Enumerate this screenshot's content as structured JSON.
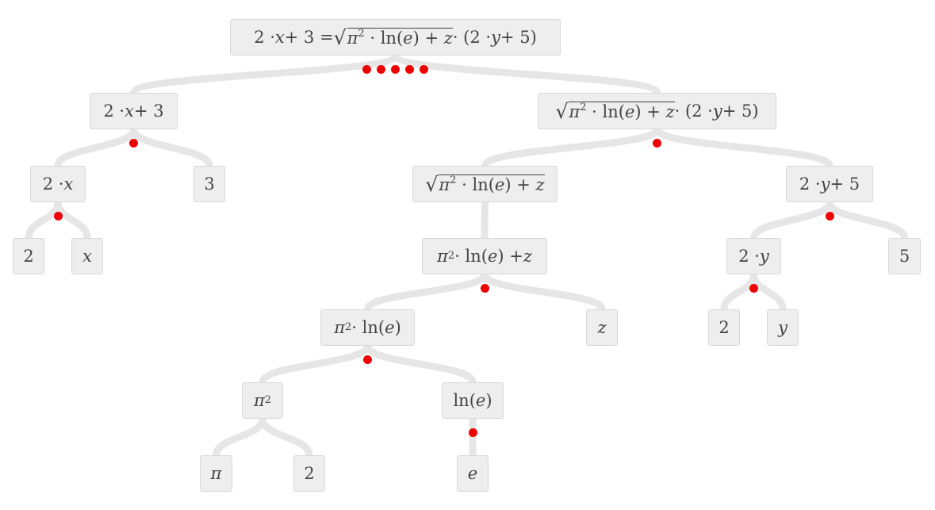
{
  "colors": {
    "node_fill": "#eeeeee",
    "node_border": "#d8d8d8",
    "edge": "#e6e6e6",
    "marker": "#ee0000",
    "text": "#444444"
  },
  "nodes": [
    {
      "id": "root",
      "parts": [
        [
          "t",
          "2 · "
        ],
        [
          "v",
          "x"
        ],
        [
          "t",
          " + 3 = "
        ],
        [
          "sqrt",
          [
            [
              "v",
              "π"
            ],
            [
              "sup",
              "2"
            ],
            [
              "t",
              " · ln("
            ],
            [
              "v",
              "e"
            ],
            [
              "t",
              ") + "
            ],
            [
              "v",
              "z"
            ]
          ]
        ],
        [
          "t",
          " · (2 · "
        ],
        [
          "v",
          "y"
        ],
        [
          "t",
          " + 5)"
        ]
      ],
      "markers": 5
    },
    {
      "id": "lhs",
      "parts": [
        [
          "t",
          "2 · "
        ],
        [
          "v",
          "x"
        ],
        [
          "t",
          " + 3"
        ]
      ],
      "markers": 1
    },
    {
      "id": "rhs",
      "parts": [
        [
          "sqrt",
          [
            [
              "v",
              "π"
            ],
            [
              "sup",
              "2"
            ],
            [
              "t",
              " · ln("
            ],
            [
              "v",
              "e"
            ],
            [
              "t",
              ") + "
            ],
            [
              "v",
              "z"
            ]
          ]
        ],
        [
          "t",
          " · (2 · "
        ],
        [
          "v",
          "y"
        ],
        [
          "t",
          " + 5)"
        ]
      ],
      "markers": 1
    },
    {
      "id": "twox",
      "parts": [
        [
          "t",
          "2 · "
        ],
        [
          "v",
          "x"
        ]
      ],
      "markers": 1
    },
    {
      "id": "three",
      "parts": [
        [
          "t",
          "3"
        ]
      ],
      "markers": 0
    },
    {
      "id": "sqrtn",
      "parts": [
        [
          "sqrt",
          [
            [
              "v",
              "π"
            ],
            [
              "sup",
              "2"
            ],
            [
              "t",
              " · ln("
            ],
            [
              "v",
              "e"
            ],
            [
              "t",
              ") + "
            ],
            [
              "v",
              "z"
            ]
          ]
        ]
      ],
      "markers": 0
    },
    {
      "id": "twoy5",
      "parts": [
        [
          "t",
          "2 · "
        ],
        [
          "v",
          "y"
        ],
        [
          "t",
          " + 5"
        ]
      ],
      "markers": 1
    },
    {
      "id": "two_a",
      "parts": [
        [
          "t",
          "2"
        ]
      ],
      "markers": 0
    },
    {
      "id": "x_leaf",
      "parts": [
        [
          "v",
          "x"
        ]
      ],
      "markers": 0
    },
    {
      "id": "inner",
      "parts": [
        [
          "v",
          "π"
        ],
        [
          "sup",
          "2"
        ],
        [
          "t",
          " · ln("
        ],
        [
          "v",
          "e"
        ],
        [
          "t",
          ") + "
        ],
        [
          "v",
          "z"
        ]
      ],
      "markers": 1
    },
    {
      "id": "twoy",
      "parts": [
        [
          "t",
          "2 · "
        ],
        [
          "v",
          "y"
        ]
      ],
      "markers": 1
    },
    {
      "id": "five",
      "parts": [
        [
          "t",
          "5"
        ]
      ],
      "markers": 0
    },
    {
      "id": "pi2ln",
      "parts": [
        [
          "v",
          "π"
        ],
        [
          "sup",
          "2"
        ],
        [
          "t",
          " · ln("
        ],
        [
          "v",
          "e"
        ],
        [
          "t",
          ")"
        ]
      ],
      "markers": 1
    },
    {
      "id": "z_leaf",
      "parts": [
        [
          "v",
          "z"
        ]
      ],
      "markers": 0
    },
    {
      "id": "two_b",
      "parts": [
        [
          "t",
          "2"
        ]
      ],
      "markers": 0
    },
    {
      "id": "y_leaf",
      "parts": [
        [
          "v",
          "y"
        ]
      ],
      "markers": 0
    },
    {
      "id": "pi2",
      "parts": [
        [
          "v",
          "π"
        ],
        [
          "sup",
          "2"
        ]
      ],
      "markers": 0
    },
    {
      "id": "lne",
      "parts": [
        [
          "t",
          "ln("
        ],
        [
          "v",
          "e"
        ],
        [
          "t",
          ")"
        ]
      ],
      "markers": 1
    },
    {
      "id": "pi_leaf",
      "parts": [
        [
          "v",
          "π"
        ]
      ],
      "markers": 0
    },
    {
      "id": "two_c",
      "parts": [
        [
          "t",
          "2"
        ]
      ],
      "markers": 0
    },
    {
      "id": "e_leaf",
      "parts": [
        [
          "v",
          "e"
        ]
      ],
      "markers": 0
    }
  ],
  "edges": [
    [
      "root",
      "lhs"
    ],
    [
      "root",
      "rhs"
    ],
    [
      "lhs",
      "twox"
    ],
    [
      "lhs",
      "three"
    ],
    [
      "rhs",
      "sqrtn"
    ],
    [
      "rhs",
      "twoy5"
    ],
    [
      "twox",
      "two_a"
    ],
    [
      "twox",
      "x_leaf"
    ],
    [
      "sqrtn",
      "inner"
    ],
    [
      "twoy5",
      "twoy"
    ],
    [
      "twoy5",
      "five"
    ],
    [
      "inner",
      "pi2ln"
    ],
    [
      "inner",
      "z_leaf"
    ],
    [
      "twoy",
      "two_b"
    ],
    [
      "twoy",
      "y_leaf"
    ],
    [
      "pi2ln",
      "pi2"
    ],
    [
      "pi2ln",
      "lne"
    ],
    [
      "pi2",
      "pi_leaf"
    ],
    [
      "pi2",
      "two_c"
    ],
    [
      "lne",
      "e_leaf"
    ]
  ]
}
